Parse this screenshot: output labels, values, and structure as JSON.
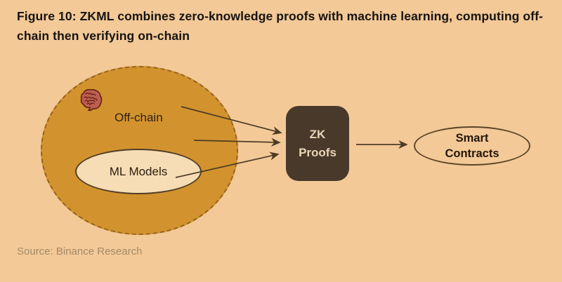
{
  "figure": {
    "title": "Figure 10: ZKML combines zero-knowledge proofs with machine learning, computing off-chain then verifying on-chain",
    "source": "Source: Binance Research"
  },
  "diagram": {
    "offchain": {
      "label": "Off-chain",
      "icon": "brain-icon"
    },
    "ml_models": {
      "label": "ML Models"
    },
    "zk_proofs": {
      "label": "ZK Proofs"
    },
    "smart_contracts": {
      "label": "Smart Contracts"
    },
    "connections": [
      {
        "from": "off-chain",
        "to": "zk-proofs"
      },
      {
        "from": "off-chain",
        "to": "zk-proofs"
      },
      {
        "from": "ml-models",
        "to": "zk-proofs"
      },
      {
        "from": "zk-proofs",
        "to": "smart-contracts"
      }
    ],
    "colors": {
      "background": "#f3c998",
      "offchain_circle_fill": "#d2932e",
      "offchain_circle_dash": "#96621e",
      "ml_ellipse_fill": "#f6ddb6",
      "zk_box_fill": "#48392a",
      "zk_box_text": "#e8d6b8",
      "dark_text": "#241809",
      "source_text": "#a38a68",
      "arrow": "#4d3b26",
      "brain_fill": "#bd5f50",
      "brain_outline": "#642115"
    }
  }
}
